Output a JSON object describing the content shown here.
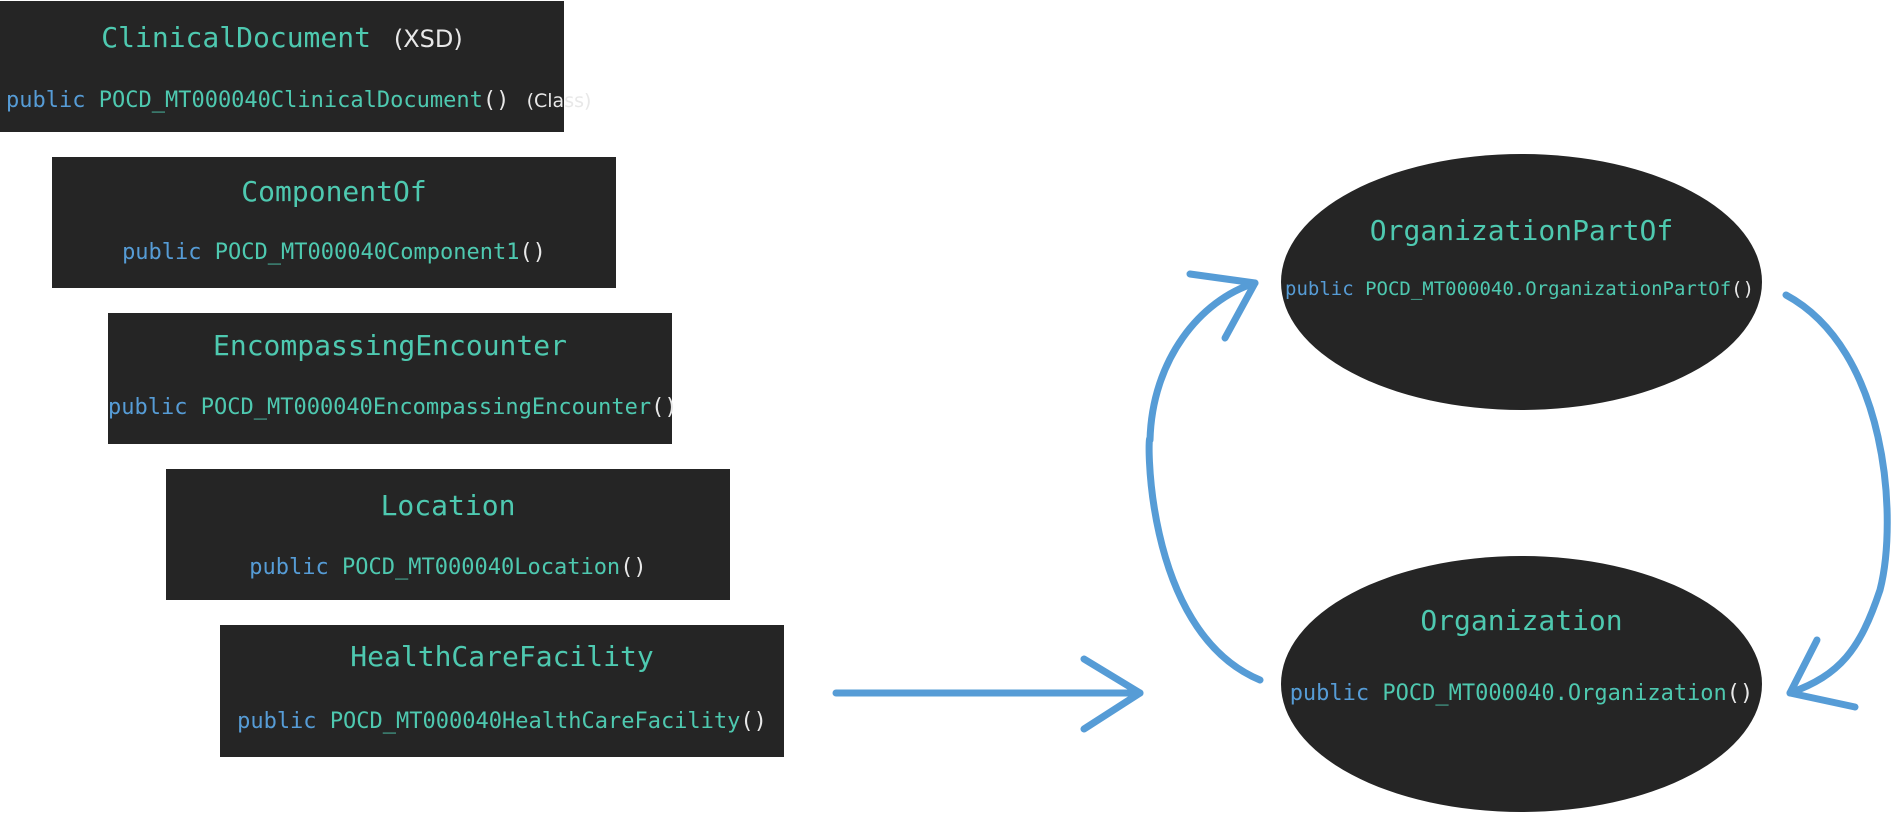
{
  "boxes": [
    {
      "title": "ClinicalDocument",
      "title_tag": "(XSD)",
      "kw": "public",
      "cls": "POCD_MT000040ClinicalDocument",
      "paren": "()",
      "sig_tag": "(Class)"
    },
    {
      "title": "ComponentOf",
      "kw": "public",
      "cls": "POCD_MT000040Component1",
      "paren": "()"
    },
    {
      "title": "EncompassingEncounter",
      "kw": "public",
      "cls": "POCD_MT000040EncompassingEncounter",
      "paren": "()"
    },
    {
      "title": "Location",
      "kw": "public",
      "cls": "POCD_MT000040Location",
      "paren": "()"
    },
    {
      "title": "HealthCareFacility",
      "kw": "public",
      "cls": "POCD_MT000040HealthCareFacility",
      "paren": "()"
    }
  ],
  "ellipses": [
    {
      "title": "OrganizationPartOf",
      "kw": "public",
      "cls": "POCD_MT000040.OrganizationPartOf",
      "paren": "()"
    },
    {
      "title": "Organization",
      "kw": "public",
      "cls": "POCD_MT000040.Organization",
      "paren": "()"
    }
  ],
  "colors": {
    "node_fill": "#252525",
    "title_text": "#4ec9b0",
    "keyword": "#569cd6",
    "plain_text": "#e8e8e8",
    "arrow": "#569cd6"
  }
}
